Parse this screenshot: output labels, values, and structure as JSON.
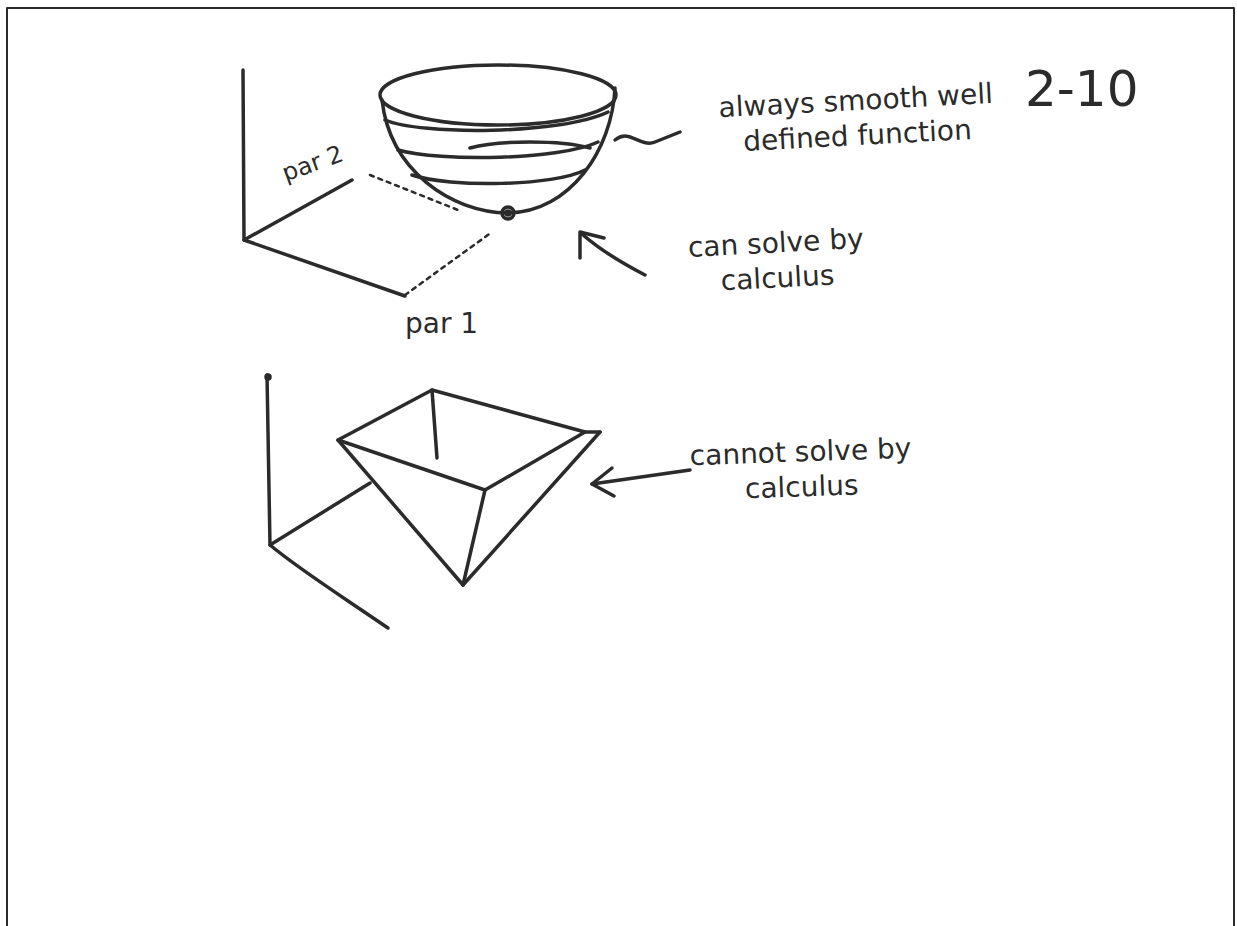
{
  "diagram": {
    "labels": [
      "par 2",
      "par 1",
      "always smooth well defined function",
      "can solve by calculus",
      "2-10",
      "cannot solve by calculus"
    ]
  }
}
